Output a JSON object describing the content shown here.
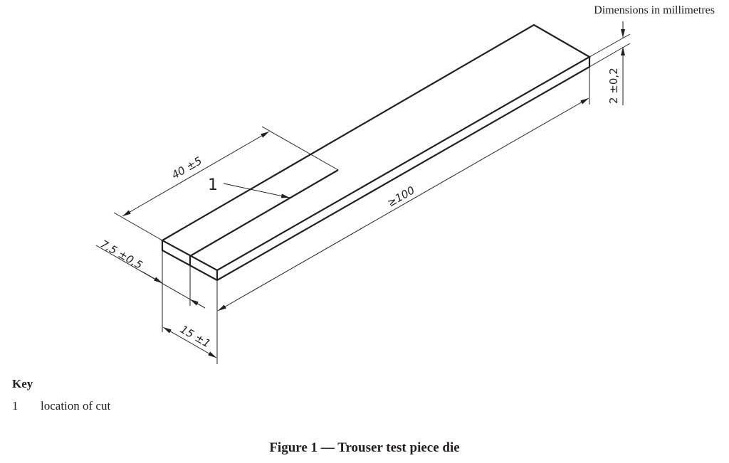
{
  "units_note": "Dimensions in millimetres",
  "dimensions": {
    "cut_length": "40 ±5",
    "cut_offset": "7,5 ±0,5",
    "width": "15 ±1",
    "length": "≥100",
    "thickness": "2 ±0,2"
  },
  "callout_label": "1",
  "key": {
    "title": "Key",
    "items": [
      {
        "number": "1",
        "label": "location of cut"
      }
    ]
  },
  "caption": "Figure 1 — Trouser test piece die"
}
